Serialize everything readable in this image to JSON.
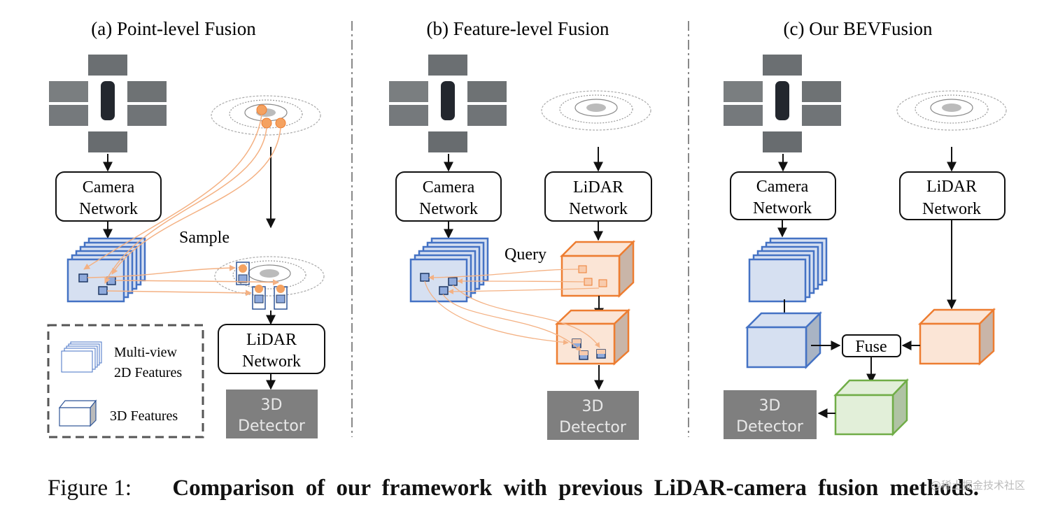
{
  "panels": [
    {
      "title": "(a) Point-level Fusion",
      "camera_network": [
        "Camera",
        "Network"
      ],
      "lidar_network": [
        "LiDAR",
        "Network"
      ],
      "detector": [
        "3D",
        "Detector"
      ],
      "op_label": "Sample"
    },
    {
      "title": "(b) Feature-level Fusion",
      "camera_network": [
        "Camera",
        "Network"
      ],
      "lidar_network": [
        "LiDAR",
        "Network"
      ],
      "detector": [
        "3D",
        "Detector"
      ],
      "op_label": "Query"
    },
    {
      "title": "(c) Our BEVFusion",
      "camera_network": [
        "Camera",
        "Network"
      ],
      "lidar_network": [
        "LiDAR",
        "Network"
      ],
      "detector": [
        "3D",
        "Detector"
      ],
      "op_label": "Fuse"
    }
  ],
  "legend": {
    "items": [
      {
        "label": [
          "Multi-view",
          "2D Features"
        ],
        "icon": "stacked-2d-features-icon"
      },
      {
        "label": [
          "3D Features"
        ],
        "icon": "3d-feature-cube-icon"
      }
    ]
  },
  "colors": {
    "camera_blue": "#4472c4",
    "camera_fill": "#d6e0f1",
    "lidar_orange": "#ed7d31",
    "lidar_fill": "#fbe5d6",
    "fused_green": "#70ad47",
    "fused_fill": "#e2efd9",
    "detector_gray": "#7f7f7f"
  },
  "caption": {
    "label": "Figure 1:",
    "text": "Comparison of our framework with previous LiDAR-camera fusion methods."
  },
  "watermark": "@稀土掘金技术社区"
}
